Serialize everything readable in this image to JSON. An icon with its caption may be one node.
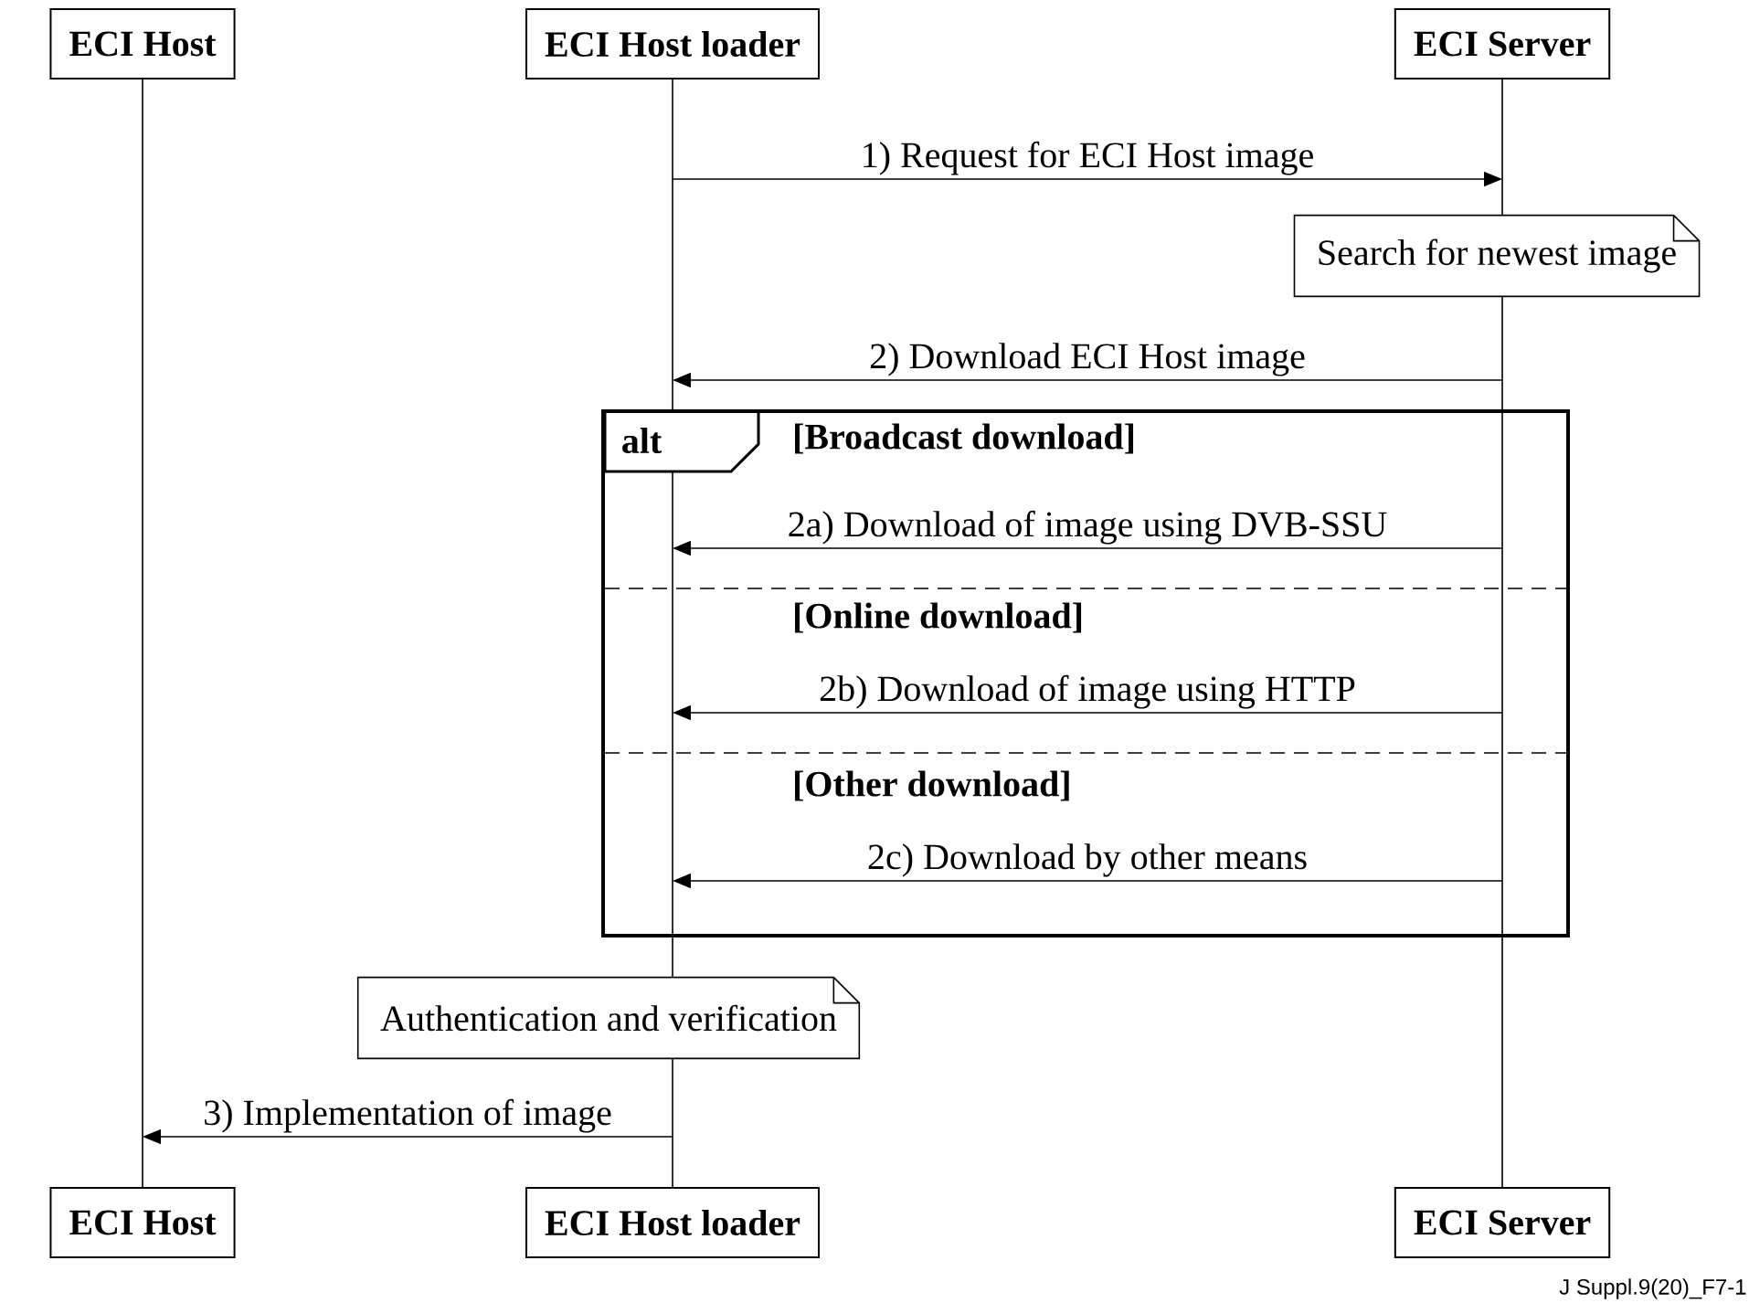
{
  "diagram": {
    "nodes": [
      {
        "text": [
          "ECI Host"
        ]
      },
      {
        "text": [
          "ECI Host loader"
        ]
      },
      {
        "text": [
          "ECI Server"
        ]
      },
      {
        "text": [],
        "shape": "line"
      },
      {
        "text": [],
        "shape": "line"
      },
      {
        "text": [],
        "shape": "line"
      },
      {
        "text": [
          "Search for newest image"
        ]
      },
      {
        "text": [
          "alt"
        ]
      },
      {
        "text": [
          "Authentication and verification"
        ]
      },
      {
        "text": [
          "ECI Host"
        ]
      },
      {
        "text": [
          "ECI Host loader"
        ]
      },
      {
        "text": [
          "ECI Server"
        ]
      }
    ],
    "edges": [
      {
        "from": 4,
        "to": 5,
        "arrow": "to",
        "label": "1) Request for ECI Host image"
      },
      {
        "from": 5,
        "to": 4,
        "arrow": "to",
        "label": "2) Download ECI Host image"
      },
      {
        "from": 5,
        "to": 4,
        "arrow": "to",
        "label": "2a) Download of image using DVB-SSU"
      },
      {
        "from": 5,
        "to": 4,
        "arrow": "to",
        "label": "2b) Download of image using HTTP"
      },
      {
        "from": 5,
        "to": 4,
        "arrow": "to",
        "label": "2c) Download by other means"
      },
      {
        "from": 4,
        "to": 3,
        "arrow": "to",
        "label": "3) Implementation of image"
      }
    ],
    "labels": [
      "[Broadcast download]",
      "[Online download]",
      "[Other download]",
      "J Suppl.9(20)_F7-1"
    ]
  }
}
